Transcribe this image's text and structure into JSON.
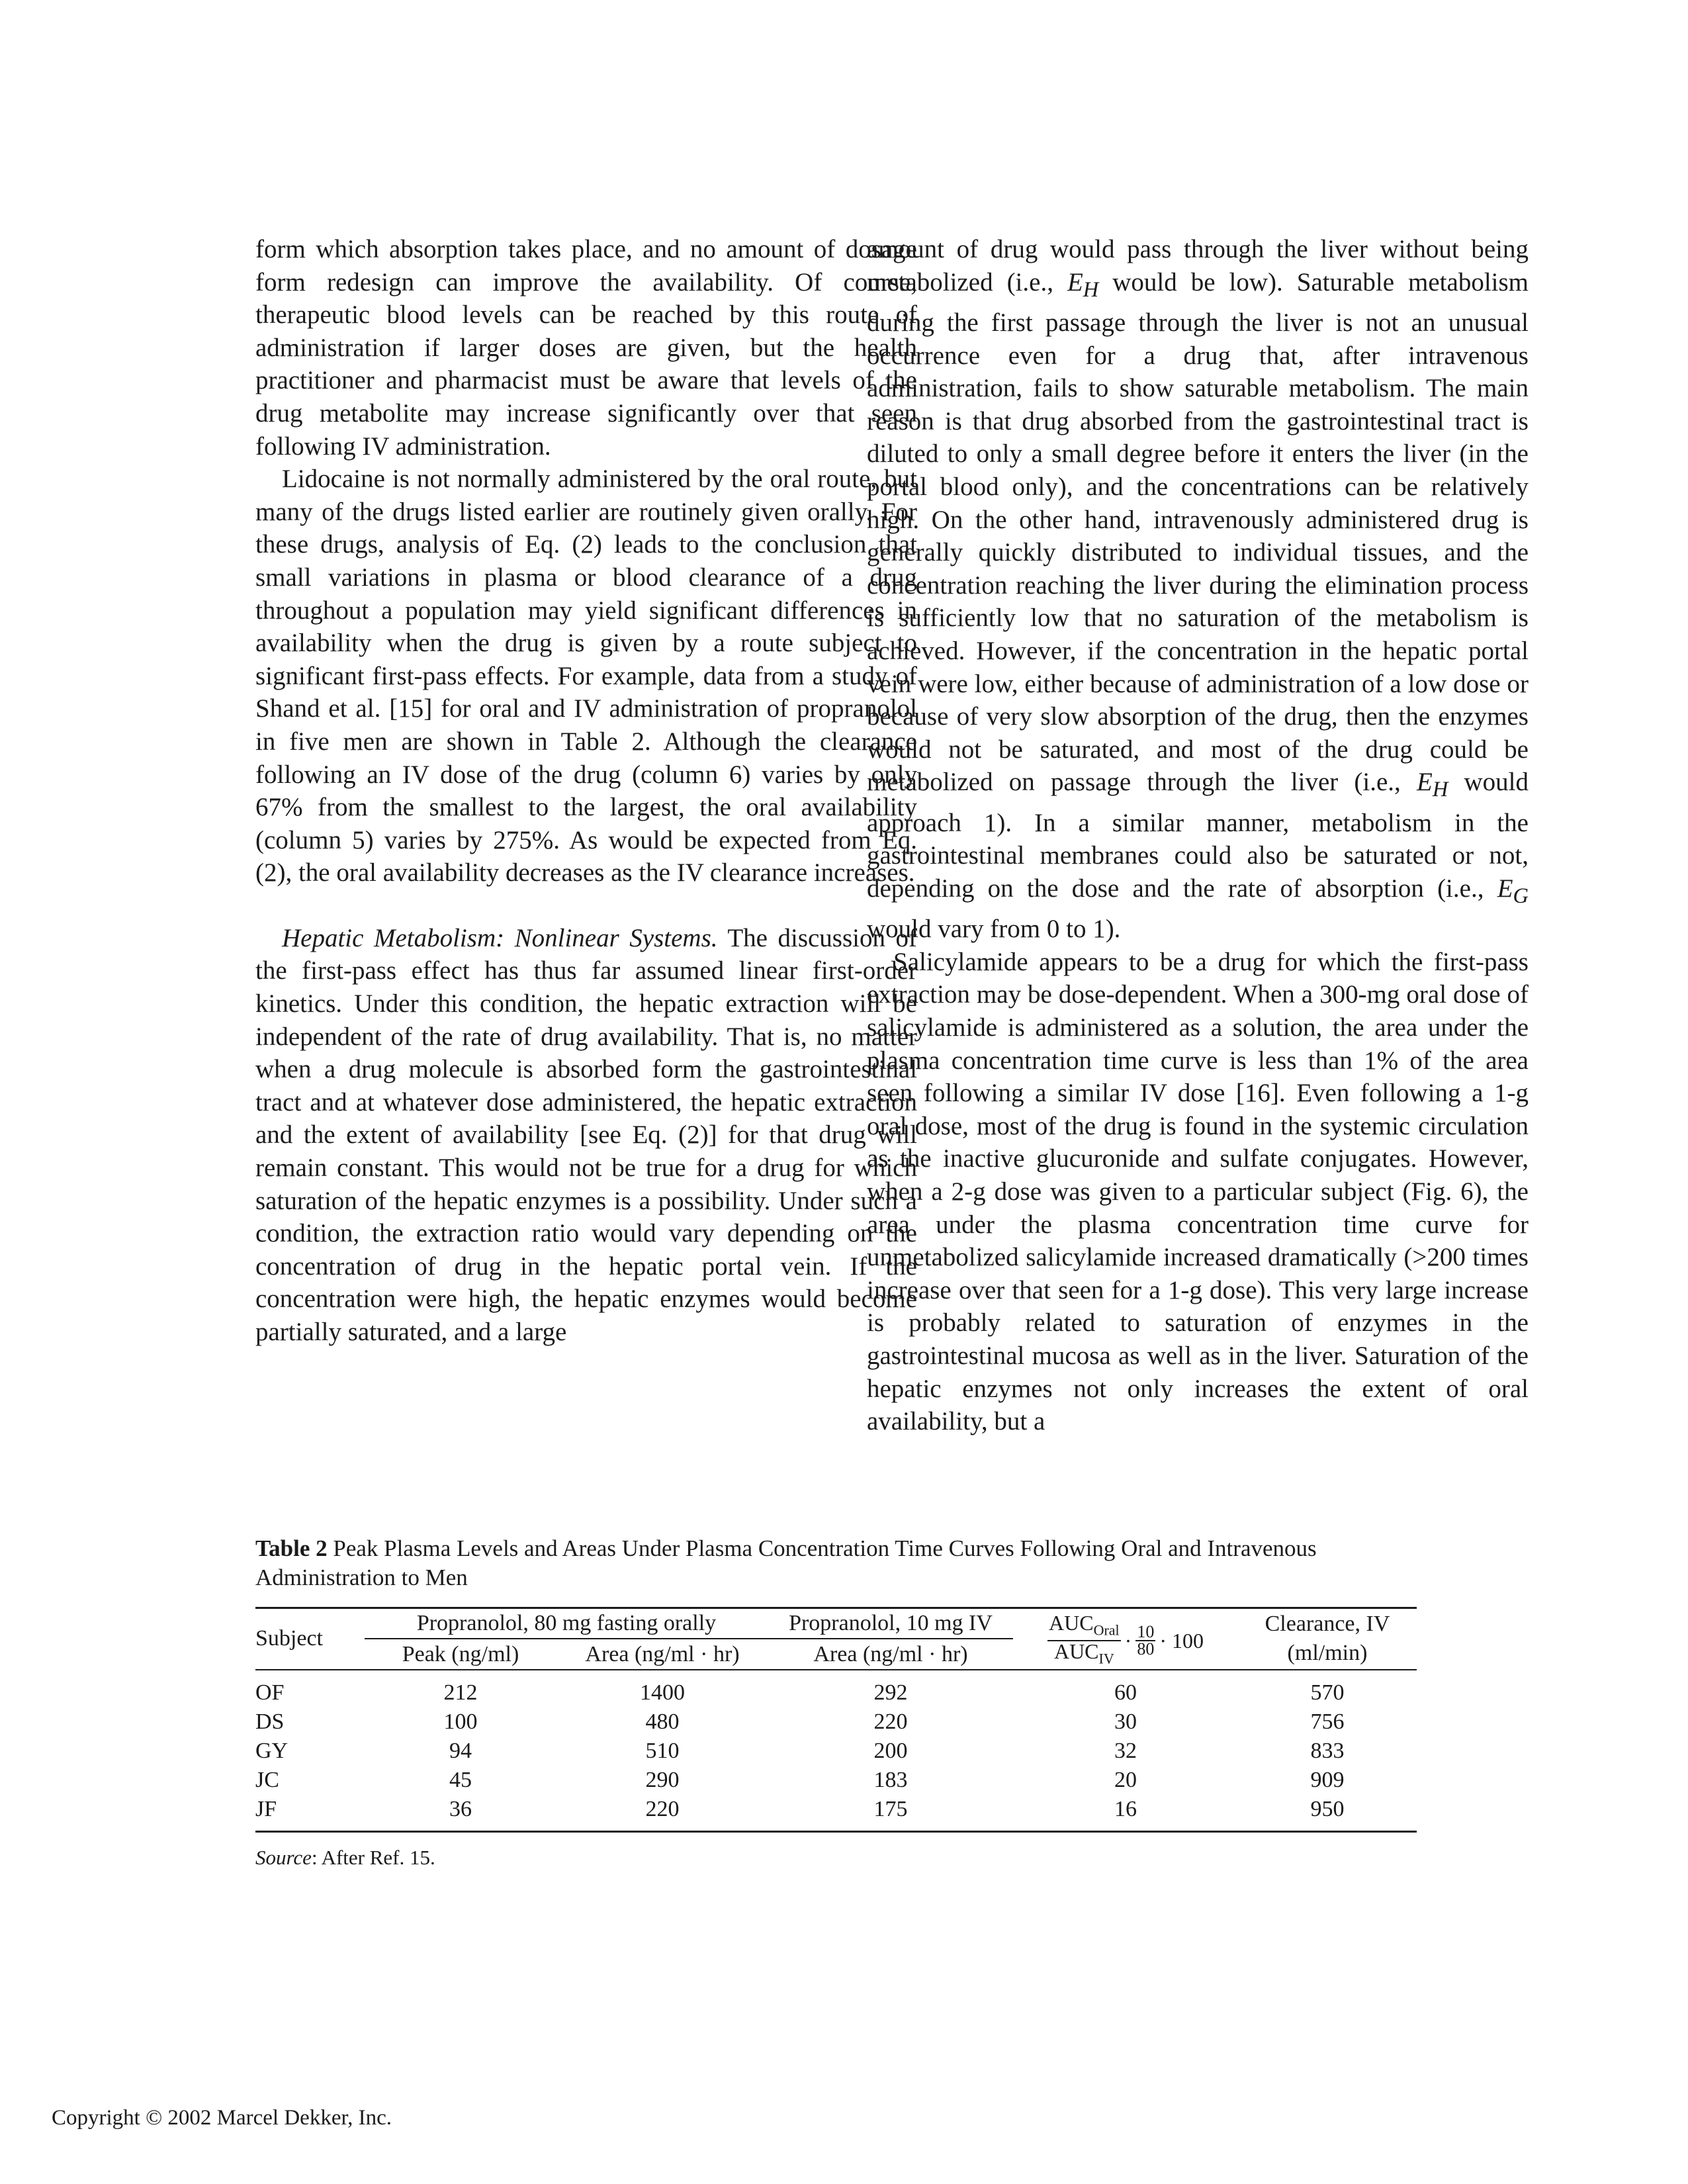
{
  "left_column": {
    "p1": "form which absorption takes place, and no amount of dosage form redesign can improve the availability. Of course, therapeutic blood levels can be reached by this route of administration if larger doses are given, but the health practitioner and pharmacist must be aware that levels of the drug metabolite may increase significantly over that seen following IV administration.",
    "p2": "Lidocaine is not normally administered by the oral route, but many of the drugs listed earlier are routinely given orally. For these drugs, analysis of Eq. (2) leads to the conclusion that small variations in plasma or blood clearance of a drug throughout a population may yield significant differences in availability when the drug is given by a route subject to significant first-pass effects. For example, data from a study of Shand et al. [15] for oral and IV administration of propranolol in five men are shown in Table 2. Although the clearance following an IV dose of the drug (column 6) varies by only 67% from the smallest to the largest, the oral availability (column 5) varies by 275%. As would be expected from Eq. (2), the oral availability decreases as the IV clearance increases.",
    "section_title": "Hepatic Metabolism: Nonlinear Systems.",
    "p3": "The discussion of the first-pass effect has thus far assumed linear first-order kinetics. Under this condition, the hepatic extraction will be independent of the rate of drug availability. That is, no matter when a drug molecule is absorbed form the gastrointestinal tract and at whatever dose administered, the hepatic extraction and the extent of availability [see Eq. (2)] for that drug will remain constant. This would not be true for a drug for which saturation of the hepatic enzymes is a possibility. Under such a condition, the extraction ratio would vary depending on the concentration of drug in the hepatic portal vein. If the concentration were high, the hepatic enzymes would become partially saturated, and a large"
  },
  "right_column": {
    "p1a": "amount of drug would pass through the liver without being metabolized (i.e., ",
    "eh": "E",
    "eh_sub": "H",
    "p1b": " would be low). Saturable metabolism during the first passage through the liver is not an unusual occurrence even for a drug that, after intravenous administration, fails to show saturable metabolism. The main reason is that drug absorbed from the gastrointestinal tract is diluted to only a small degree before it enters the liver (in the portal blood only), and the concentrations can be relatively high. On the other hand, intravenously administered drug is generally quickly distributed to individual tissues, and the concentration reaching the liver during the elimination process is sufficiently low that no saturation of the metabolism is achieved. However, if the concentration in the hepatic portal vein were low, either because of administration of a low dose or because of very slow absorption of the drug, then the enzymes would not be saturated, and most of the drug could be metabolized on passage through the liver (i.e., ",
    "p1c": " would approach 1). In a similar manner, metabolism in the gastrointestinal membranes could also be saturated or not, depending on the dose and the rate of absorption (i.e., ",
    "eg": "E",
    "eg_sub": "G",
    "p1d": " would vary from 0 to 1).",
    "p2": "Salicylamide appears to be a drug for which the first-pass extraction may be dose-dependent. When a 300-mg oral dose of salicylamide is administered as a solution, the area under the plasma concentration time curve is less than 1% of the area seen following a similar IV dose [16]. Even following a 1-g oral dose, most of the drug is found in the systemic circulation as the inactive glucuronide and sulfate conjugates. However, when a 2-g dose was given to a particular subject (Fig. 6), the area under the plasma concentration time curve for unmetabolized salicylamide increased dramatically (>200 times increase over that seen for a 1-g dose). This very large increase is probably related to saturation of enzymes in the gastrointestinal mucosa as well as in the liver. Saturation of the hepatic enzymes not only increases the extent of oral availability, but a"
  },
  "table": {
    "label": "Table 2",
    "caption": "Peak Plasma Levels and Areas Under Plasma Concentration Time Curves Following Oral and Intravenous Administration to Men",
    "group_oral": "Propranolol, 80 mg fasting orally",
    "group_iv": "Propranolol, 10 mg IV",
    "col_subject": "Subject",
    "col_peak": "Peak  (ng/ml)",
    "col_area_oral": "Area (ng/ml · hr)",
    "col_area_iv": "Area (ng/ml · hr)",
    "formula": {
      "auc": "AUC",
      "oral_sub": "Oral",
      "iv_sub": "IV",
      "dot1": "·",
      "ten": "10",
      "eighty": "80",
      "dot2": "· 100"
    },
    "col_clearance_1": "Clearance, IV",
    "col_clearance_2": "(ml/min)",
    "rows": [
      {
        "subject": "OF",
        "peak": "212",
        "area_oral": "1400",
        "area_iv": "292",
        "ratio": "60",
        "clearance": "570"
      },
      {
        "subject": "DS",
        "peak": "100",
        "area_oral": "480",
        "area_iv": "220",
        "ratio": "30",
        "clearance": "756"
      },
      {
        "subject": "GY",
        "peak": "94",
        "area_oral": "510",
        "area_iv": "200",
        "ratio": "32",
        "clearance": "833"
      },
      {
        "subject": "JC",
        "peak": "45",
        "area_oral": "290",
        "area_iv": "183",
        "ratio": "20",
        "clearance": "909"
      },
      {
        "subject": "JF",
        "peak": "36",
        "area_oral": "220",
        "area_iv": "175",
        "ratio": "16",
        "clearance": "950"
      }
    ],
    "source_label": "Source",
    "source_text": ": After Ref. 15."
  },
  "footer": {
    "copyright": "Copyright © 2002 Marcel Dekker, Inc."
  }
}
